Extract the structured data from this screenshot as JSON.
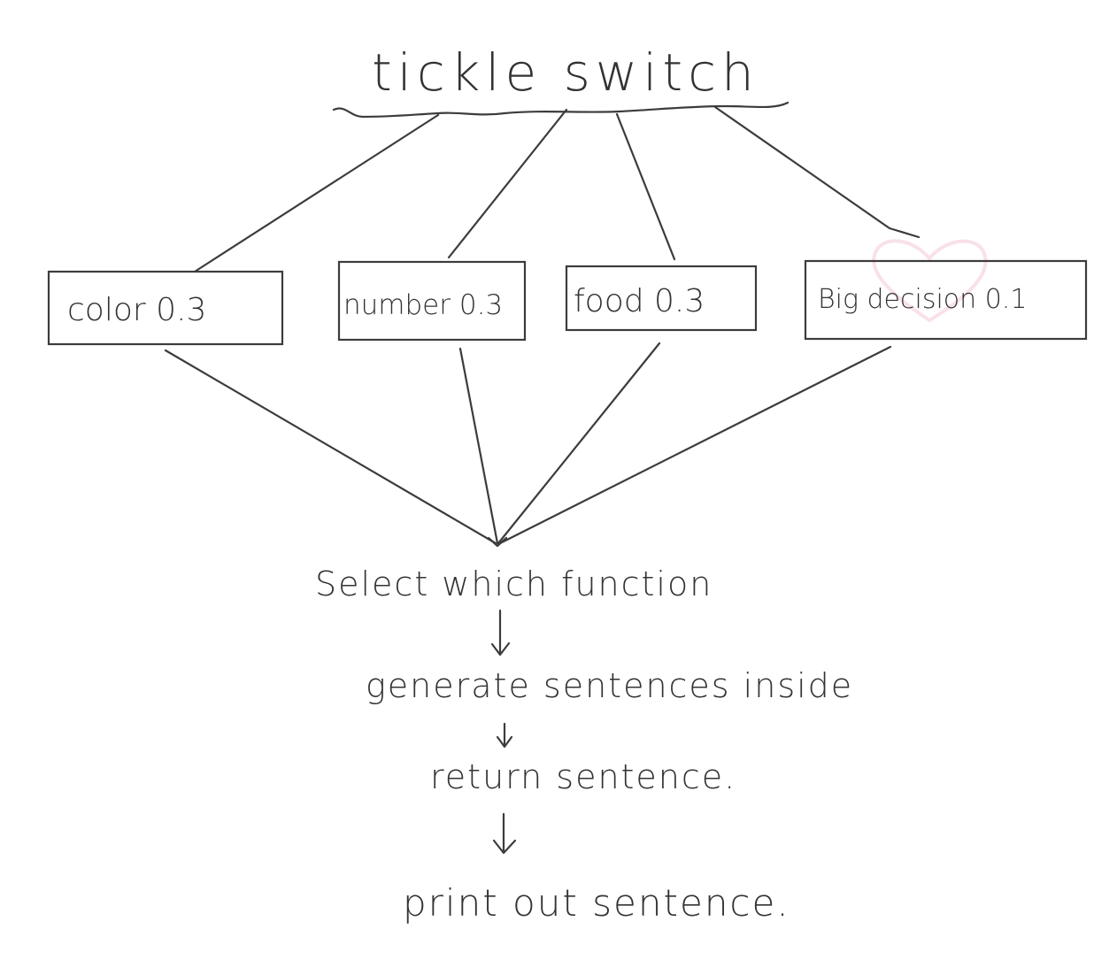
{
  "diagram": {
    "title": "tickle switch",
    "options": [
      {
        "label": "color 0.3"
      },
      {
        "label": "number 0.3"
      },
      {
        "label": "food 0.3"
      },
      {
        "label": "Big decision 0.1"
      }
    ],
    "steps": [
      {
        "label": "Select which function"
      },
      {
        "label": "generate sentences inside"
      },
      {
        "label": "return sentence."
      },
      {
        "label": "print out sentence."
      }
    ],
    "colors": {
      "ink": "#3c3c3c",
      "pink_heart": "#f4c9d6",
      "background": "#ffffff"
    },
    "icons": {
      "brace": "wavy-brace-icon",
      "arrow": "down-arrow-icon",
      "heart": "heart-icon"
    }
  }
}
